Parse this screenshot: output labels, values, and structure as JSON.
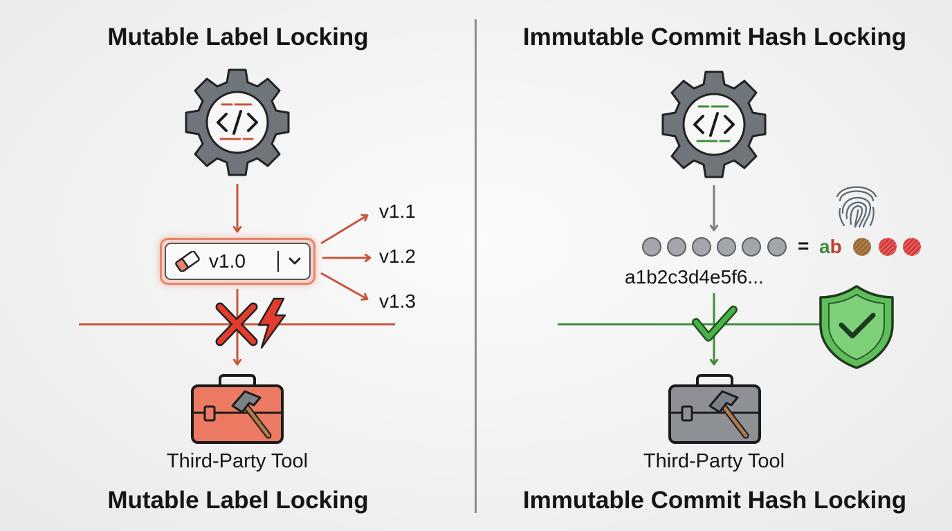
{
  "left_panel": {
    "title": "Mutable Label Locking",
    "version_label": "v1.0",
    "version_targets": [
      "v1.1",
      "v1.2",
      "v1.3"
    ],
    "tool_label": "Third-Party Tool",
    "footer_title": "Mutable Label Locking",
    "accent_color": "#c8553d",
    "tool_color": "#ec7a62",
    "icons": [
      "gear-code-icon",
      "eraser-icon",
      "chevron-down-icon",
      "cross-icon",
      "lightning-icon",
      "toolbox-icon",
      "hammer-icon"
    ]
  },
  "right_panel": {
    "title": "Immutable Commit Hash Locking",
    "hash_text": "a1b2c3d4e5f6...",
    "equals": "=",
    "hash_fragment_a": "a",
    "hash_fragment_b": "b",
    "tool_label": "Third-Party Tool",
    "footer_title": "Immutable Commit Hash Locking",
    "accent_color": "#3e8e3a",
    "tool_color": "#8d9094",
    "icons": [
      "gear-code-icon",
      "fingerprint-icon",
      "checkmark-icon",
      "shield-check-icon",
      "toolbox-icon",
      "hammer-icon"
    ]
  }
}
